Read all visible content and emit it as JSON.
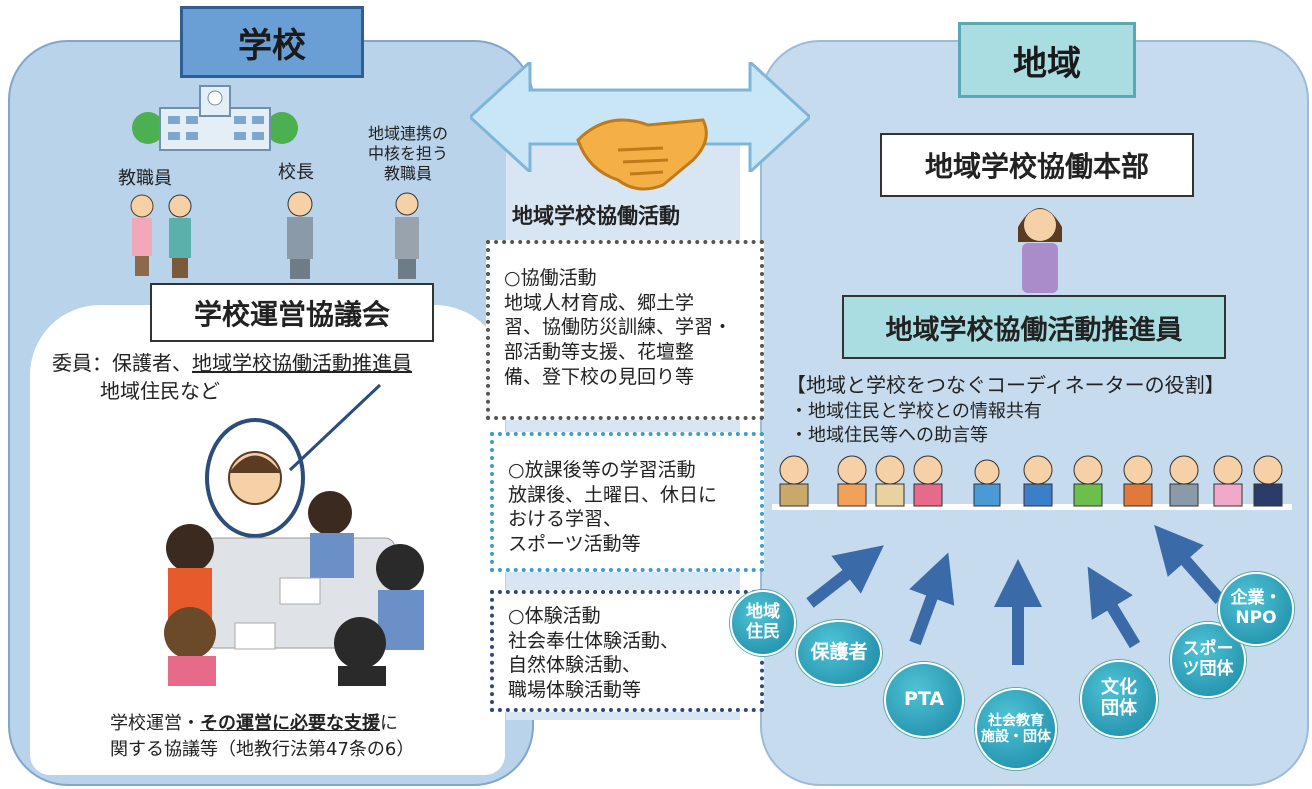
{
  "school": {
    "header": "学校",
    "staff_label": "教職員",
    "principal_label": "校長",
    "liaison_label": "地域連携の\n中核を担う\n教職員",
    "council_title": "学校運営協議会",
    "members_prefix": "委員：保護者、",
    "members_underlined": "地域学校協働活動推進員",
    "members_line2": "地域住民など",
    "bottom_line1_a": "学校運営・",
    "bottom_line1_b": "その運営に必要な支援",
    "bottom_line1_c": "に",
    "bottom_line2": "関する協議等（地教行法第47条の6）"
  },
  "center": {
    "activity_title": "地域学校協働活動",
    "box1": "○協働活動\n地域人材育成、郷土学\n習、協働防災訓練、学習・\n部活動等支援、花壇整\n備、登下校の見回り等",
    "box2": "○放課後等の学習活動\n放課後、土曜日、休日に\nおける学習、\nスポーツ活動等",
    "box3": "○体験活動\n社会奉仕体験活動、\n自然体験活動、\n職場体験活動等"
  },
  "region": {
    "header": "地域",
    "honbu": "地域学校協働本部",
    "suishin": "地域学校協働活動推進員",
    "role_title": "【地域と学校をつなぐコーディネーターの役割】",
    "role_item1": "・地域住民と学校との情報共有",
    "role_item2": "・地域住民等への助言等",
    "circles": [
      "地域\n住民",
      "保護者",
      "PTA",
      "社会教育\n施設・団体",
      "文化\n団体",
      "スポー\nツ団体",
      "企業・\nNPO"
    ]
  }
}
